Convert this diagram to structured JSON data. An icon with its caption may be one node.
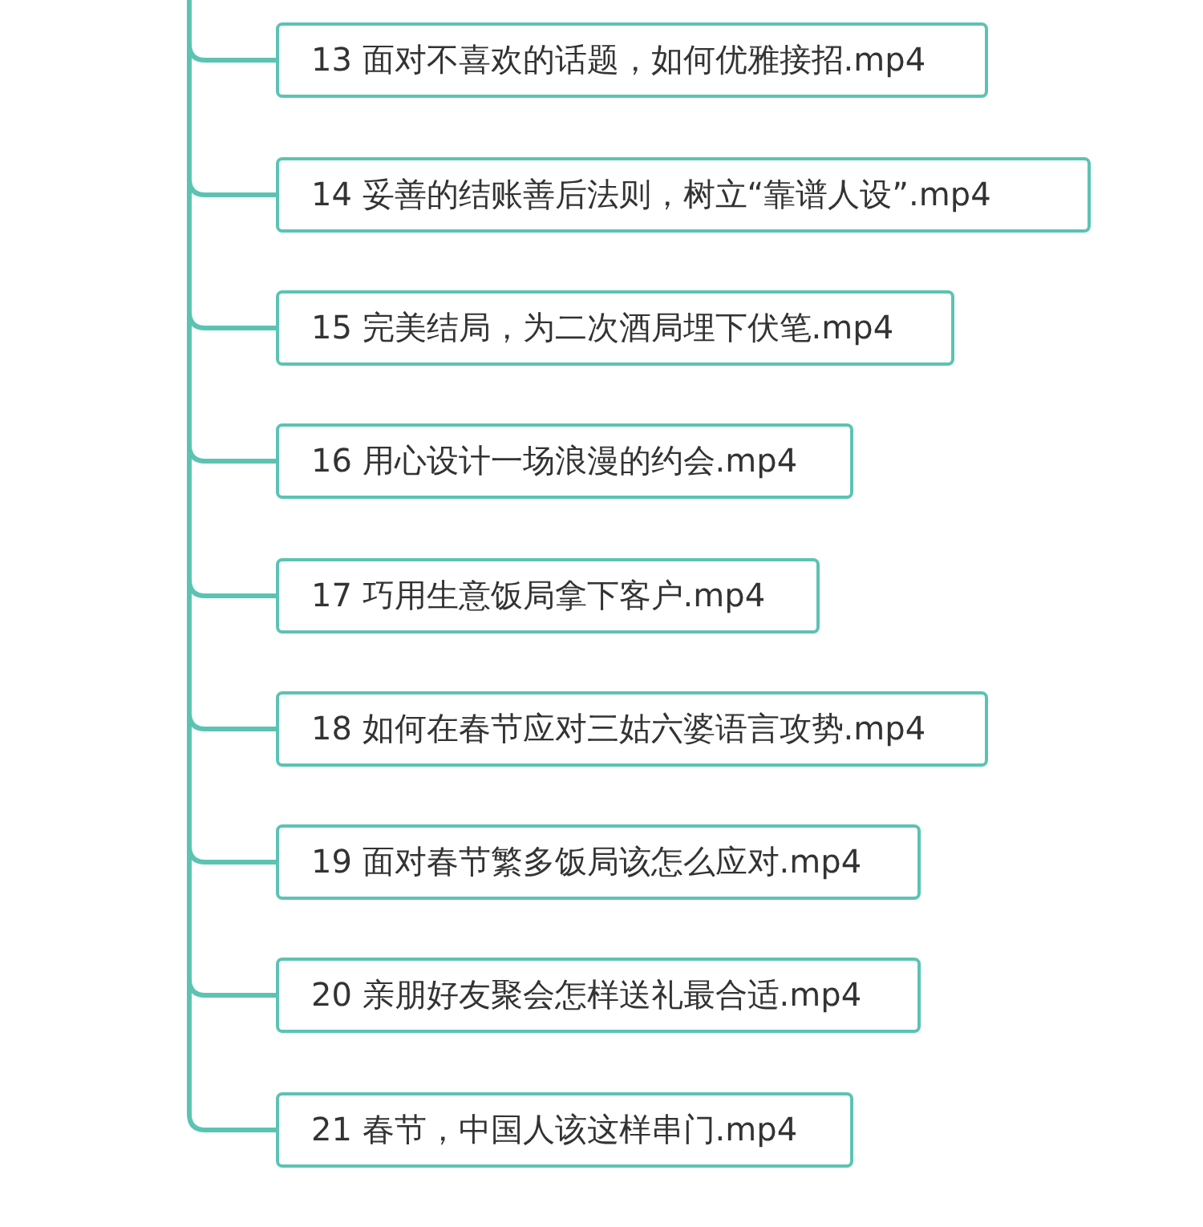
{
  "diagram": {
    "nodes": [
      {
        "text": [
          "13 面对不喜欢的话题，如何优雅接招.mp4"
        ]
      },
      {
        "text": [
          "14 妥善的结账善后法则，树立“靠谱人设”.mp4"
        ]
      },
      {
        "text": [
          "15 完美结局，为二次酒局埋下伏笔.mp4"
        ]
      },
      {
        "text": [
          "16 用心设计一场浪漫的约会.mp4"
        ]
      },
      {
        "text": [
          "17 巧用生意饭局拿下客户.mp4"
        ]
      },
      {
        "text": [
          "18 如何在春节应对三姑六婆语言攻势.mp4"
        ]
      },
      {
        "text": [
          "19 面对春节繁多饭局该怎么应对.mp4"
        ]
      },
      {
        "text": [
          "20 亲朋好友聚会怎样送礼最合适.mp4"
        ]
      },
      {
        "text": [
          "21 春节，中国人该这样串门.mp4"
        ]
      }
    ],
    "edges": [
      {
        "from": null,
        "to": 0,
        "arrow": "none"
      },
      {
        "from": null,
        "to": 1,
        "arrow": "none"
      },
      {
        "from": null,
        "to": 2,
        "arrow": "none"
      },
      {
        "from": null,
        "to": 3,
        "arrow": "none"
      },
      {
        "from": null,
        "to": 4,
        "arrow": "none"
      },
      {
        "from": null,
        "to": 5,
        "arrow": "none"
      },
      {
        "from": null,
        "to": 6,
        "arrow": "none"
      },
      {
        "from": null,
        "to": 7,
        "arrow": "none"
      },
      {
        "from": null,
        "to": 8,
        "arrow": "none"
      }
    ]
  }
}
